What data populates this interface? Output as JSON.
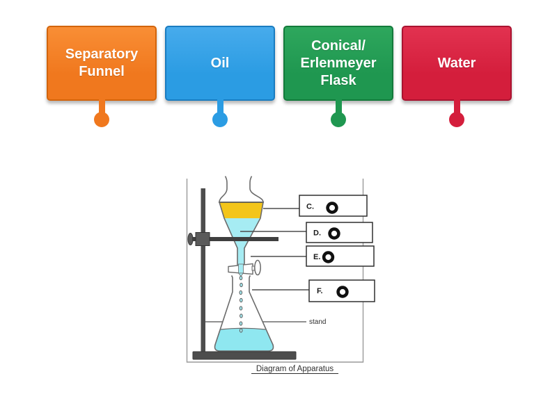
{
  "page": {
    "background": "#FFFFFF"
  },
  "cards": [
    {
      "label": "Separatory\nFunnel",
      "color": "#F0781E",
      "color_light": "#F98E35",
      "border": "#D2640C"
    },
    {
      "label": "Oil",
      "color": "#2B9CE3",
      "color_light": "#47ABEC",
      "border": "#1A7CC0"
    },
    {
      "label": "Conical/\nErlenmeyer\nFlask",
      "color": "#1F9750",
      "color_light": "#2EA75D",
      "border": "#137A3B"
    },
    {
      "label": "Water",
      "color": "#D41E3C",
      "color_light": "#E23250",
      "border": "#A91330"
    }
  ],
  "diagram": {
    "labels": {
      "c": "C.",
      "d": "D.",
      "e": "E.",
      "f": "F."
    },
    "stand_label": "stand",
    "caption": "Diagram of Apparatus",
    "colors": {
      "oil_layer": "#F3C51A",
      "funnel_liquid": "#A6ECF3",
      "flask_liquid": "#8FE7F0",
      "stand": "#4D4D4D",
      "glass_outline": "#6B6B6B"
    }
  }
}
